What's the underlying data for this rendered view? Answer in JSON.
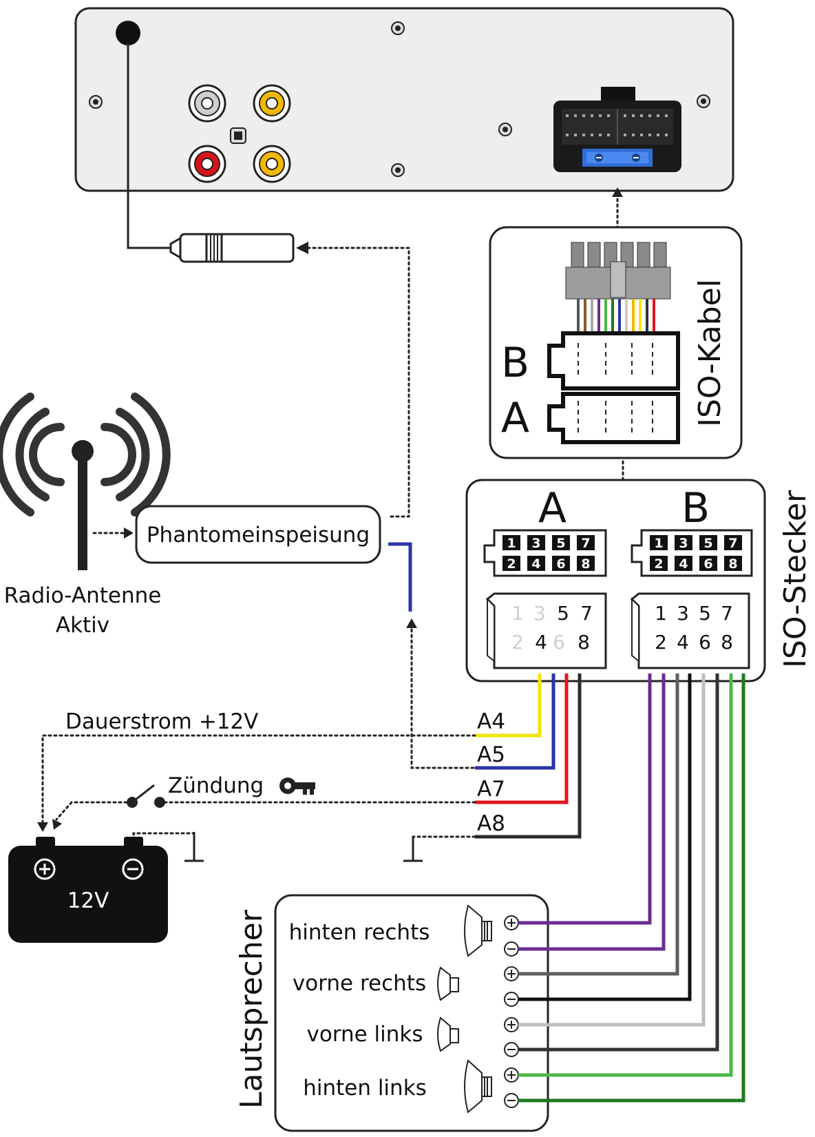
{
  "iso_cable": {
    "label": "ISO-Kabel",
    "block_b": "B",
    "block_a": "A"
  },
  "iso_plug": {
    "label": "ISO-Stecker",
    "header_a": "A",
    "header_b": "B",
    "pin_grid_top": [
      "1",
      "3",
      "5",
      "7"
    ],
    "pin_grid_bottom": [
      "2",
      "4",
      "6",
      "8"
    ]
  },
  "antenna": {
    "label_line1": "Radio-Antenne",
    "label_line2": "Aktiv"
  },
  "phantom": {
    "label": "Phantomeinspeisung"
  },
  "power": {
    "permanent_label": "Dauerstrom +12V",
    "ignition_label": "Zündung",
    "battery_label": "12V"
  },
  "wires": [
    {
      "label": "A4",
      "color": "#f2e600"
    },
    {
      "label": "A5",
      "color": "#2a35a8"
    },
    {
      "label": "A7",
      "color": "#e0161c"
    },
    {
      "label": "A8",
      "color": "#2b2b2b"
    }
  ],
  "speakers": {
    "title": "Lautsprecher",
    "items": [
      "hinten rechts",
      "vorne rechts",
      "vorne links",
      "hinten links"
    ]
  },
  "speaker_wire_colors": [
    "#6a2c91",
    "#6a2c91",
    "#5e5e5e",
    "#111111",
    "#bdbdbd",
    "#333333",
    "#4cb848",
    "#1f7a1f"
  ]
}
